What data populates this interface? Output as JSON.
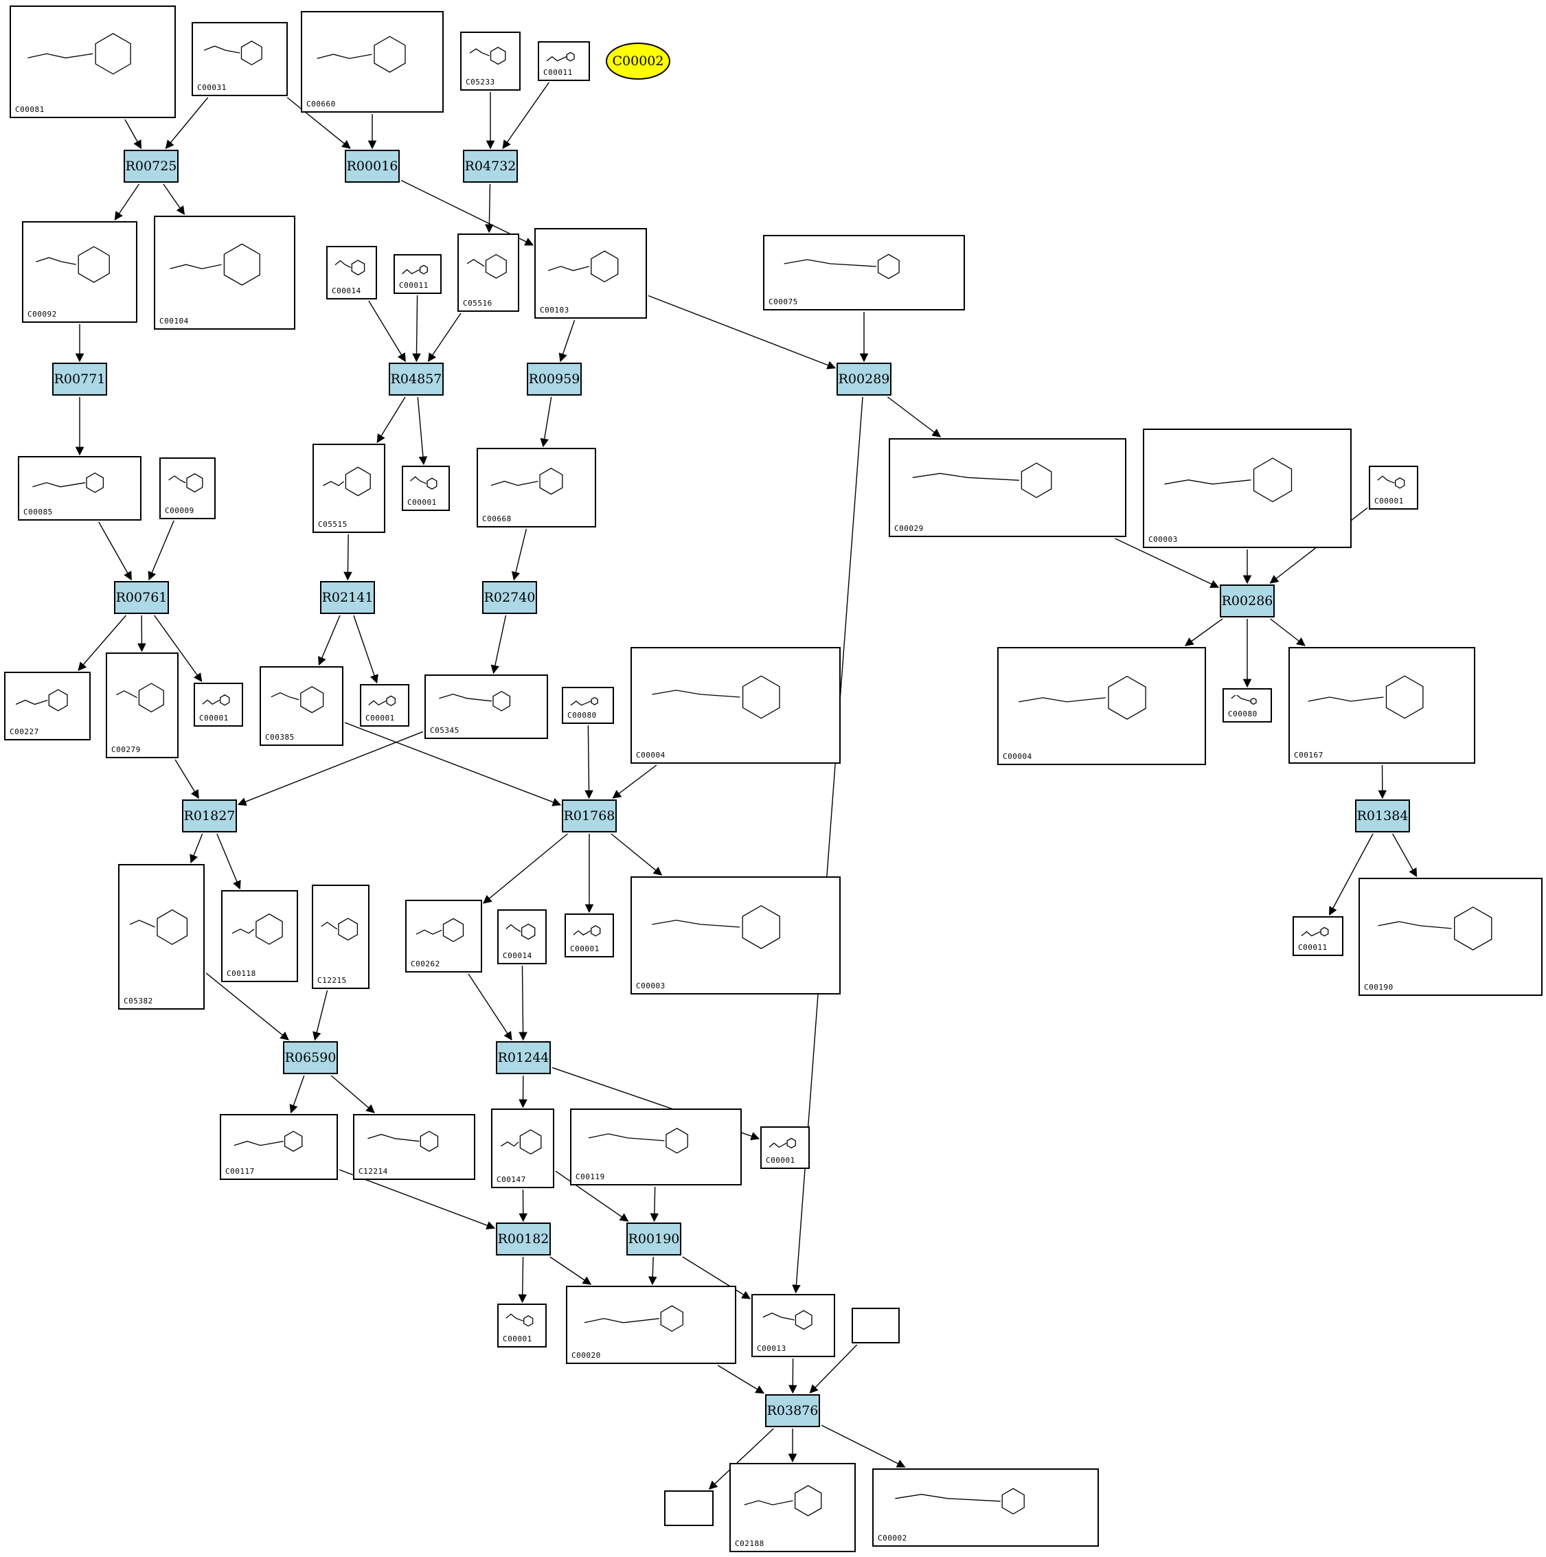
{
  "colors": {
    "reaction_fill": "#add8e6",
    "highlight_fill": "#ffff00",
    "line": "#000000"
  },
  "highlight": {
    "id": "C00002"
  },
  "reactions": [
    {
      "id": "R00725"
    },
    {
      "id": "R00016"
    },
    {
      "id": "R04732"
    },
    {
      "id": "R00771"
    },
    {
      "id": "R04857"
    },
    {
      "id": "R00959"
    },
    {
      "id": "R00289"
    },
    {
      "id": "R00761"
    },
    {
      "id": "R02141"
    },
    {
      "id": "R02740"
    },
    {
      "id": "R00286"
    },
    {
      "id": "R01827"
    },
    {
      "id": "R01768"
    },
    {
      "id": "R01384"
    },
    {
      "id": "R06590"
    },
    {
      "id": "R01244"
    },
    {
      "id": "R00182"
    },
    {
      "id": "R00190"
    },
    {
      "id": "R03876"
    }
  ],
  "compounds": [
    {
      "key": "c1",
      "label": "C00081"
    },
    {
      "key": "c2",
      "label": "C00031"
    },
    {
      "key": "c3",
      "label": "C00660"
    },
    {
      "key": "c4",
      "label": "C05233"
    },
    {
      "key": "c5",
      "label": "C00011"
    },
    {
      "key": "c6",
      "label": "C00092"
    },
    {
      "key": "c7",
      "label": "C00104"
    },
    {
      "key": "c8",
      "label": "C00014"
    },
    {
      "key": "c9",
      "label": "C00011"
    },
    {
      "key": "c10",
      "label": "C05516"
    },
    {
      "key": "c11",
      "label": "C00103"
    },
    {
      "key": "c12",
      "label": "C00075"
    },
    {
      "key": "c13",
      "label": "C00085"
    },
    {
      "key": "c14",
      "label": "C00009"
    },
    {
      "key": "c15",
      "label": "C05515"
    },
    {
      "key": "c16",
      "label": "C00001"
    },
    {
      "key": "c17",
      "label": "C00668"
    },
    {
      "key": "c18",
      "label": "C00029"
    },
    {
      "key": "c19",
      "label": "C00003"
    },
    {
      "key": "c20",
      "label": "C00001"
    },
    {
      "key": "c21",
      "label": "C00227"
    },
    {
      "key": "c22",
      "label": "C00279"
    },
    {
      "key": "c23",
      "label": "C00001"
    },
    {
      "key": "c24",
      "label": "C00385"
    },
    {
      "key": "c25",
      "label": "C00001"
    },
    {
      "key": "c26",
      "label": "C05345"
    },
    {
      "key": "c27",
      "label": "C00080"
    },
    {
      "key": "c28",
      "label": "C00004"
    },
    {
      "key": "c29",
      "label": "C00004"
    },
    {
      "key": "c30",
      "label": "C00080"
    },
    {
      "key": "c31",
      "label": "C00167"
    },
    {
      "key": "c32",
      "label": "C05382"
    },
    {
      "key": "c33",
      "label": "C00118"
    },
    {
      "key": "c34",
      "label": "C12215"
    },
    {
      "key": "c35",
      "label": "C00262"
    },
    {
      "key": "c36",
      "label": "C00014"
    },
    {
      "key": "c37",
      "label": "C00001"
    },
    {
      "key": "c38",
      "label": "C00003"
    },
    {
      "key": "c39",
      "label": "C00011"
    },
    {
      "key": "c40",
      "label": "C00190"
    },
    {
      "key": "c41",
      "label": "C00117"
    },
    {
      "key": "c42",
      "label": "C12214"
    },
    {
      "key": "c43",
      "label": "C00147"
    },
    {
      "key": "c44",
      "label": "C00119"
    },
    {
      "key": "c45",
      "label": "C00001"
    },
    {
      "key": "c46",
      "label": "C00001"
    },
    {
      "key": "c47",
      "label": "C00020"
    },
    {
      "key": "c48",
      "label": "C00013"
    },
    {
      "key": "c49",
      "label": ""
    },
    {
      "key": "c50",
      "label": ""
    },
    {
      "key": "c51",
      "label": "C02188"
    },
    {
      "key": "c52",
      "label": "C00002"
    }
  ],
  "edges": [
    [
      "c1",
      "R00725"
    ],
    [
      "c2",
      "R00725"
    ],
    [
      "R00725",
      "c6"
    ],
    [
      "R00725",
      "c7"
    ],
    [
      "c2",
      "R00016"
    ],
    [
      "c3",
      "R00016"
    ],
    [
      "R00016",
      "c11"
    ],
    [
      "c4",
      "R04732"
    ],
    [
      "c5",
      "R04732"
    ],
    [
      "R04732",
      "c10"
    ],
    [
      "c6",
      "R00771"
    ],
    [
      "R00771",
      "c13"
    ],
    [
      "c8",
      "R04857"
    ],
    [
      "c9",
      "R04857"
    ],
    [
      "c10",
      "R04857"
    ],
    [
      "R04857",
      "c15"
    ],
    [
      "R04857",
      "c16"
    ],
    [
      "c11",
      "R00959"
    ],
    [
      "R00959",
      "c17"
    ],
    [
      "c11",
      "R00289"
    ],
    [
      "c12",
      "R00289"
    ],
    [
      "R00289",
      "c18"
    ],
    [
      "R00289",
      "c48"
    ],
    [
      "c13",
      "R00761"
    ],
    [
      "c14",
      "R00761"
    ],
    [
      "R00761",
      "c21"
    ],
    [
      "R00761",
      "c22"
    ],
    [
      "R00761",
      "c23"
    ],
    [
      "c15",
      "R02141"
    ],
    [
      "R02141",
      "c24"
    ],
    [
      "R02141",
      "c25"
    ],
    [
      "c17",
      "R02740"
    ],
    [
      "R02740",
      "c26"
    ],
    [
      "c18",
      "R00286"
    ],
    [
      "c19",
      "R00286"
    ],
    [
      "c20",
      "R00286"
    ],
    [
      "R00286",
      "c29"
    ],
    [
      "R00286",
      "c30"
    ],
    [
      "R00286",
      "c31"
    ],
    [
      "c22",
      "R01827"
    ],
    [
      "c26",
      "R01827"
    ],
    [
      "R01827",
      "c32"
    ],
    [
      "R01827",
      "c33"
    ],
    [
      "c24",
      "R01768"
    ],
    [
      "c27",
      "R01768"
    ],
    [
      "c28",
      "R01768"
    ],
    [
      "R01768",
      "c35"
    ],
    [
      "R01768",
      "c37"
    ],
    [
      "R01768",
      "c38"
    ],
    [
      "c31",
      "R01384"
    ],
    [
      "R01384",
      "c39"
    ],
    [
      "R01384",
      "c40"
    ],
    [
      "c32",
      "R06590"
    ],
    [
      "c34",
      "R06590"
    ],
    [
      "R06590",
      "c41"
    ],
    [
      "R06590",
      "c42"
    ],
    [
      "c35",
      "R01244"
    ],
    [
      "c36",
      "R01244"
    ],
    [
      "R01244",
      "c43"
    ],
    [
      "R01244",
      "c45"
    ],
    [
      "c41",
      "R00182"
    ],
    [
      "c43",
      "R00182"
    ],
    [
      "R00182",
      "c46"
    ],
    [
      "R00182",
      "c47"
    ],
    [
      "c43",
      "R00190"
    ],
    [
      "c44",
      "R00190"
    ],
    [
      "R00190",
      "c47"
    ],
    [
      "R00190",
      "c48"
    ],
    [
      "c47",
      "R03876"
    ],
    [
      "c48",
      "R03876"
    ],
    [
      "c49",
      "R03876"
    ],
    [
      "R03876",
      "c50"
    ],
    [
      "R03876",
      "c51"
    ],
    [
      "R03876",
      "c52"
    ]
  ]
}
